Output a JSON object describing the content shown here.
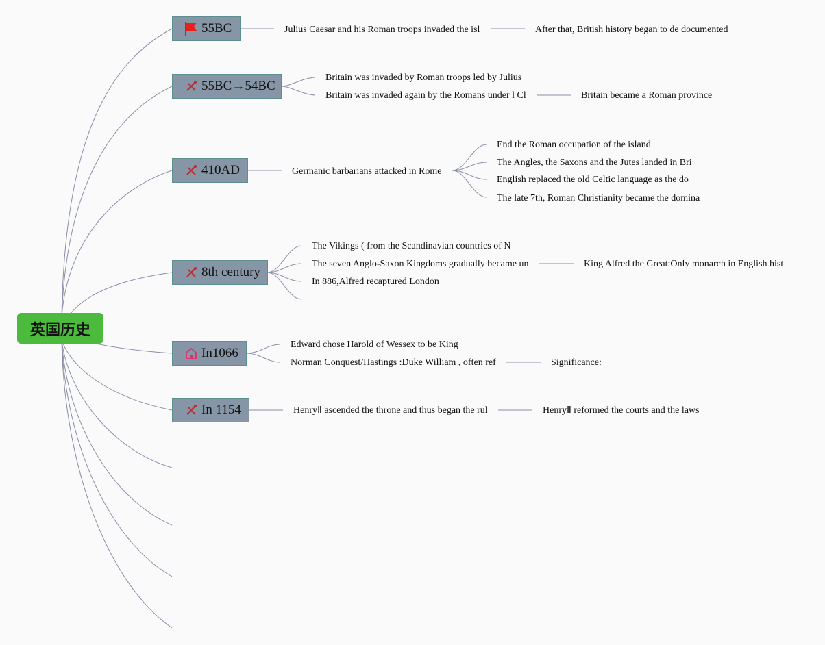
{
  "root": {
    "label": "英国历史"
  },
  "colors": {
    "root": "#4cba3c",
    "topic": "#8696a6",
    "line": "#8a8ea6"
  },
  "topics": [
    {
      "label": "55BC",
      "icon": "red-flag-icon",
      "children": [
        {
          "text": "Julius Caesar and his Roman troops invaded the isl",
          "children": [
            {
              "text": "After that, British history began to de documented"
            }
          ]
        }
      ]
    },
    {
      "label": "55BC→54BC",
      "icon": "tools-icon",
      "children": [
        {
          "text": "Britain was invaded by Roman troops led by Julius"
        },
        {
          "text": "Britain was invaded again by the Romans under l Cl",
          "children": [
            {
              "text": "Britain became a Roman province"
            }
          ]
        }
      ]
    },
    {
      "label": "410AD",
      "icon": "tools-icon",
      "children": [
        {
          "text": "Germanic barbarians attacked in Rome",
          "children": [
            {
              "text": "End the Roman occupation of the island"
            },
            {
              "text": "The Angles, the Saxons and the Jutes landed in Bri"
            },
            {
              "text": "English replaced the old Celtic language as the do"
            },
            {
              "text": "The late 7th, Roman Christianity became the domina"
            }
          ]
        }
      ]
    },
    {
      "label": "8th century",
      "icon": "tools-icon",
      "children": [
        {
          "text": "The Vikings ( from the Scandinavian countries of N"
        },
        {
          "text": "The seven Anglo-Saxon Kingdoms gradually became un",
          "children": [
            {
              "text": "King Alfred the Great:Only monarch in English hist"
            }
          ]
        },
        {
          "text": "In 886,Alfred recaptured London"
        },
        {
          "text": ""
        }
      ]
    },
    {
      "label": "In1066",
      "icon": "house-icon",
      "children": [
        {
          "text": "Edward chose Harold of Wessex to be King"
        },
        {
          "text": "Norman Conquest/Hastings :Duke William , often ref",
          "children": [
            {
              "text": "Significance:"
            }
          ]
        }
      ]
    },
    {
      "label": "In 1154",
      "icon": "tools-icon",
      "children": [
        {
          "text": "HenryⅡ ascended the throne and thus began the rul",
          "children": [
            {
              "text": "HenryⅡ reformed the courts and the laws"
            }
          ]
        }
      ]
    }
  ]
}
